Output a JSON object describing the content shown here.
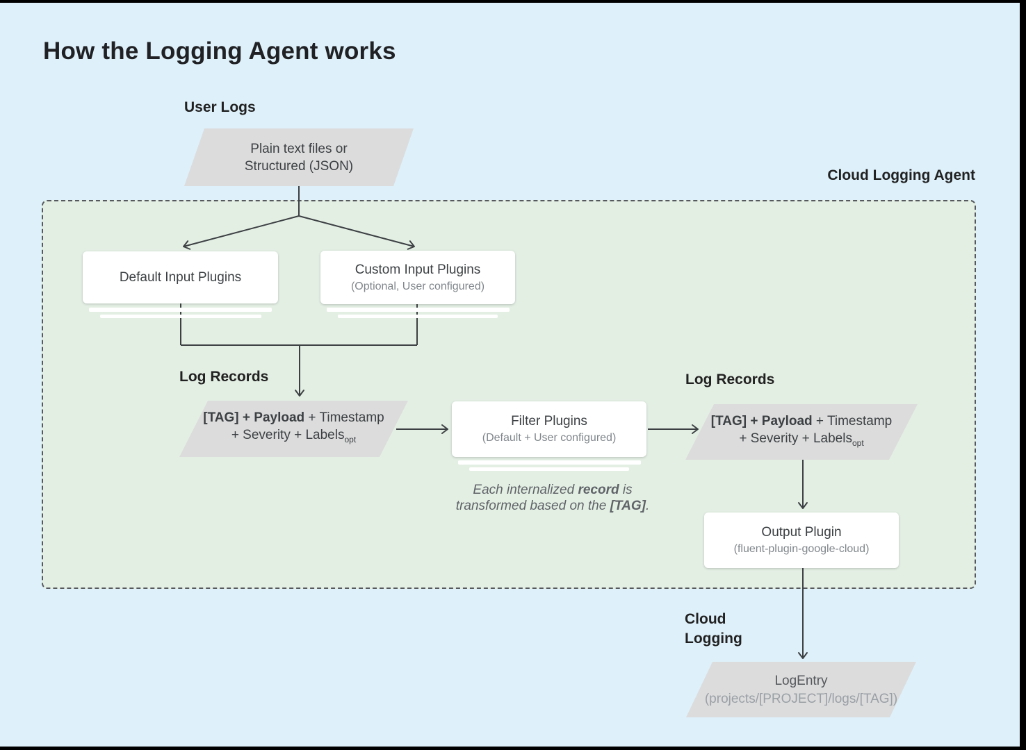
{
  "title": "How the Logging Agent works",
  "labels": {
    "user_logs": "User Logs",
    "cloud_logging_agent": "Cloud Logging Agent",
    "log_records_left": "Log Records",
    "log_records_right": "Log Records",
    "cloud_logging": "Cloud Logging"
  },
  "nodes": {
    "user_logs_input": {
      "line1": "Plain text files or",
      "line2": "Structured (JSON)"
    },
    "default_input": {
      "title": "Default Input Plugins"
    },
    "custom_input": {
      "title": "Custom Input Plugins",
      "subtitle": "(Optional, User configured)"
    },
    "filter": {
      "title": "Filter Plugins",
      "subtitle": "(Default + User configured)"
    },
    "output": {
      "title": "Output Plugin",
      "subtitle": "(fluent-plugin-google-cloud)"
    },
    "log_record": {
      "bold": "[TAG] + Payload",
      "rest": " + Timestamp",
      "line2": "+ Severity + Labels",
      "sub": "opt"
    },
    "log_entry": {
      "title": "LogEntry",
      "subtitle": "(projects/[PROJECT]/logs/[TAG])"
    }
  },
  "note": {
    "line1_pre": "Each internalized ",
    "line1_bold": "record",
    "line1_post": " is",
    "line2_pre": "transformed based on the ",
    "line2_bold": "[TAG]",
    "line2_post": "."
  },
  "colors": {
    "page_background": "#def0fa",
    "agent_fill": "#e4efe4",
    "agent_border": "#55595e",
    "shape_fill": "#dcdcdc",
    "node_fill": "#ffffff",
    "line": "#3c4043",
    "title_text": "#202124",
    "subtitle_text": "#80868b",
    "frame": "#000000"
  }
}
